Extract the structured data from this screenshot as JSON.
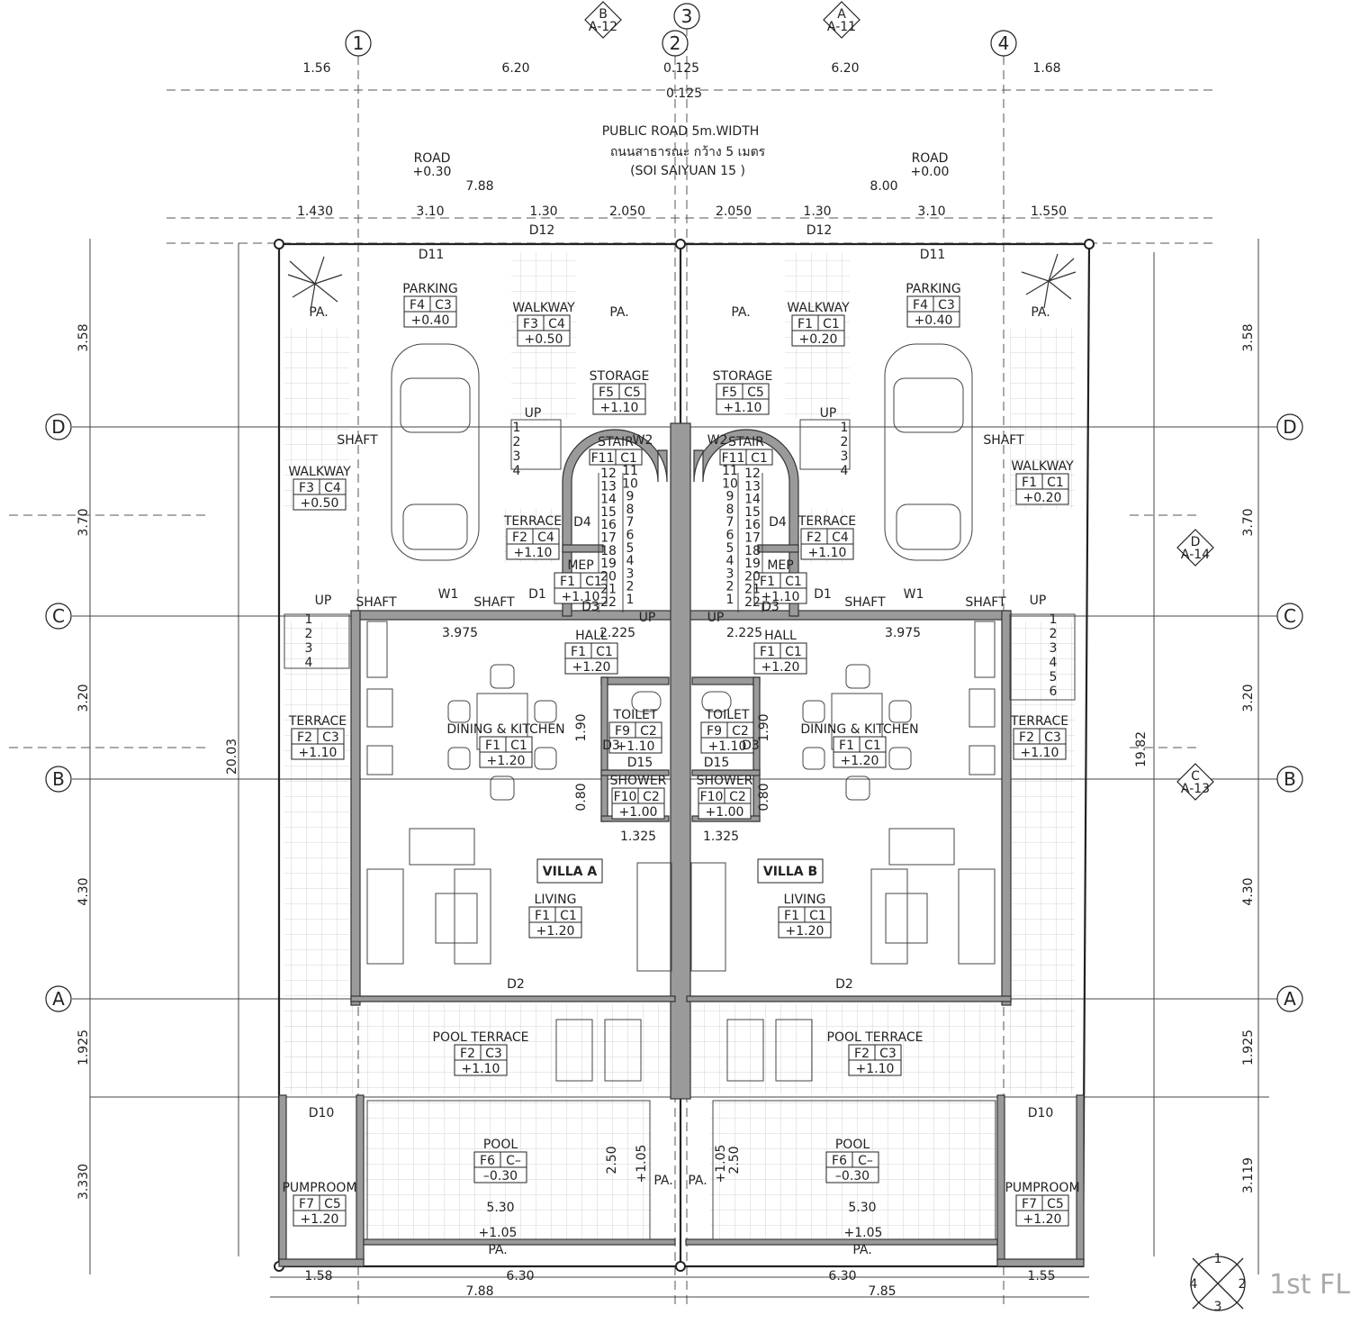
{
  "title": "1st FL",
  "road": {
    "line1": "PUBLIC ROAD 5m.WIDTH",
    "line2": "ถนนสาธารณะ กว้าง 5 เมตร",
    "line3": "(SOI SAIYUAN 15 )",
    "left_name": "ROAD",
    "left_level": "+0.30",
    "right_name": "ROAD",
    "right_level": "+0.00"
  },
  "grid_bubbles": {
    "columns": [
      "1",
      "2",
      "3",
      "4"
    ],
    "rows": [
      "D",
      "C",
      "B",
      "A"
    ]
  },
  "section_markers": [
    {
      "letter": "B",
      "sheet": "A-12"
    },
    {
      "letter": "A",
      "sheet": "A-11"
    },
    {
      "letter": "D",
      "sheet": "A-14"
    },
    {
      "letter": "C",
      "sheet": "A-13"
    }
  ],
  "dims_top": {
    "row1": [
      "1.56",
      "6.20",
      "0.125",
      "6.20",
      "1.68"
    ],
    "row1b": "0.125",
    "row2": [
      "7.88",
      "8.00"
    ],
    "row3": [
      "1.430",
      "3.10",
      "1.30",
      "2.050",
      "2.050",
      "1.30",
      "3.10",
      "1.550"
    ]
  },
  "dims_left": [
    "3.58",
    "3.70",
    "3.20",
    "4.30",
    "1.925",
    "3.330"
  ],
  "dims_left_total": "20.03",
  "dims_right": [
    "3.58",
    "3.70",
    "3.20",
    "4.30",
    "1.925",
    "3.119"
  ],
  "dims_right_total": "19.82",
  "dims_bottom": {
    "row1": [
      "1.58",
      "6.30",
      "6.30",
      "1.55"
    ],
    "row2": [
      "7.88",
      "7.85"
    ]
  },
  "dims_inner": [
    "3.975",
    "2.225",
    "2.225",
    "3.975",
    "1.90",
    "1.90",
    "0.80",
    "0.80",
    "1.325",
    "1.325",
    "2.50",
    "+1.05",
    "+1.05",
    "2.50",
    "5.30",
    "5.30",
    "+1.05",
    "+1.05"
  ],
  "villas": [
    "VILLA A",
    "VILLA B"
  ],
  "rooms": [
    {
      "name": "PARKING",
      "f": "F4",
      "c": "C3",
      "lvl": "+0.40"
    },
    {
      "name": "WALKWAY",
      "f": "F3",
      "c": "C4",
      "lvl": "+0.50"
    },
    {
      "name": "STORAGE",
      "f": "F5",
      "c": "C5",
      "lvl": "+1.10"
    },
    {
      "name": "STAIR",
      "f": "F11",
      "c": "C1",
      "lvl": ""
    },
    {
      "name": "WALKWAY",
      "f": "F3",
      "c": "C4",
      "lvl": "+0.50"
    },
    {
      "name": "TERRACE",
      "f": "F2",
      "c": "C4",
      "lvl": "+1.10"
    },
    {
      "name": "MEP",
      "f": "F1",
      "c": "C1",
      "lvl": "+1.10"
    },
    {
      "name": "HALL",
      "f": "F1",
      "c": "C1",
      "lvl": "+1.20"
    },
    {
      "name": "DINING & KITCHEN",
      "f": "F1",
      "c": "C1",
      "lvl": "+1.20"
    },
    {
      "name": "TERRACE",
      "f": "F2",
      "c": "C3",
      "lvl": "+1.10"
    },
    {
      "name": "TOILET",
      "f": "F9",
      "c": "C2",
      "lvl": "+1.10"
    },
    {
      "name": "SHOWER",
      "f": "F10",
      "c": "C2",
      "lvl": "+1.00"
    },
    {
      "name": "LIVING",
      "f": "F1",
      "c": "C1",
      "lvl": "+1.20"
    },
    {
      "name": "POOL TERRACE",
      "f": "F2",
      "c": "C3",
      "lvl": "+1.10"
    },
    {
      "name": "POOL",
      "f": "F6",
      "c": "C–",
      "lvl": "–0.30"
    },
    {
      "name": "PUMPROOM",
      "f": "F7",
      "c": "C5",
      "lvl": "+1.20"
    },
    {
      "name": "PARKING",
      "f": "F4",
      "c": "C3",
      "lvl": "+0.40"
    },
    {
      "name": "WALKWAY",
      "f": "F1",
      "c": "C1",
      "lvl": "+0.20"
    },
    {
      "name": "STORAGE",
      "f": "F5",
      "c": "C5",
      "lvl": "+1.10"
    },
    {
      "name": "STAIR",
      "f": "F11",
      "c": "C1",
      "lvl": ""
    },
    {
      "name": "WALKWAY",
      "f": "F1",
      "c": "C1",
      "lvl": "+0.20"
    },
    {
      "name": "TERRACE",
      "f": "F2",
      "c": "C4",
      "lvl": "+1.10"
    },
    {
      "name": "MEP",
      "f": "F1",
      "c": "C1",
      "lvl": "+1.10"
    },
    {
      "name": "HALL",
      "f": "F1",
      "c": "C1",
      "lvl": "+1.20"
    },
    {
      "name": "DINING & KITCHEN",
      "f": "F1",
      "c": "C1",
      "lvl": "+1.20"
    },
    {
      "name": "TERRACE",
      "f": "F2",
      "c": "C3",
      "lvl": "+1.10"
    },
    {
      "name": "TOILET",
      "f": "F9",
      "c": "C2",
      "lvl": "+1.10"
    },
    {
      "name": "SHOWER",
      "f": "F10",
      "c": "C2",
      "lvl": "+1.00"
    },
    {
      "name": "LIVING",
      "f": "F1",
      "c": "C1",
      "lvl": "+1.20"
    },
    {
      "name": "POOL TERRACE",
      "f": "F2",
      "c": "C3",
      "lvl": "+1.10"
    },
    {
      "name": "POOL",
      "f": "F6",
      "c": "C–",
      "lvl": "–0.30"
    },
    {
      "name": "PUMPROOM",
      "f": "F7",
      "c": "C5",
      "lvl": "+1.20"
    }
  ],
  "door_tags": [
    "D11",
    "D12",
    "D12",
    "D11",
    "W2",
    "W2",
    "D4",
    "D4",
    "D1",
    "D1",
    "W1",
    "W1",
    "D3",
    "D3",
    "D3",
    "D3",
    "D15",
    "D15",
    "D2",
    "D2",
    "D10",
    "D10"
  ],
  "misc_labels": [
    "PA.",
    "PA.",
    "PA.",
    "PA.",
    "PA.",
    "PA.",
    "PA.",
    "PA.",
    "SHAFT",
    "SHAFT",
    "SHAFT",
    "SHAFT",
    "SHAFT",
    "SHAFT",
    "UP",
    "UP",
    "UP",
    "UP",
    "UP",
    "UP"
  ],
  "stair_steps": [
    "1",
    "2",
    "3",
    "4",
    "5",
    "6",
    "7",
    "8",
    "9",
    "10",
    "11",
    "12",
    "13",
    "14",
    "15",
    "16",
    "17",
    "18",
    "19",
    "20",
    "21",
    "22"
  ],
  "north_arrow": [
    "1",
    "2",
    "3",
    "4"
  ]
}
